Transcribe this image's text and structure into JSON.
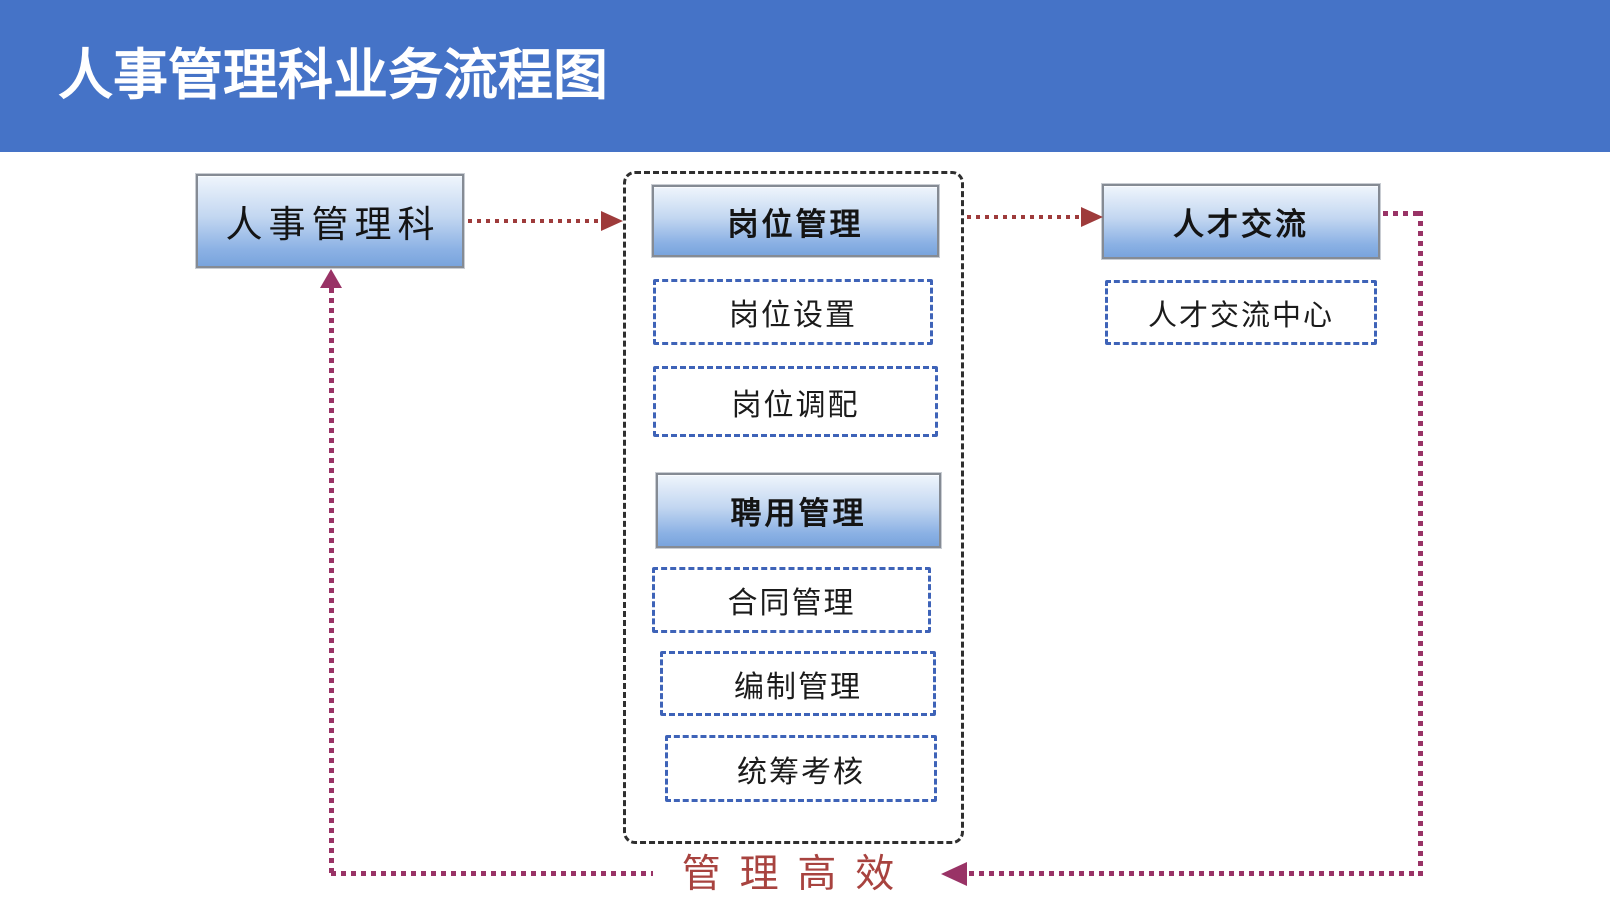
{
  "header": {
    "title": "人事管理科业务流程图"
  },
  "nodes": {
    "dept": "人事管理科",
    "post_header": "岗位管理",
    "post_item_1": "岗位设置",
    "post_item_2": "岗位调配",
    "employ_header": "聘用管理",
    "employ_item_1": "合同管理",
    "employ_item_2": "编制管理",
    "employ_item_3": "统筹考核",
    "talent_header": "人才交流",
    "talent_item_1": "人才交流中心"
  },
  "footer": {
    "label": "管 理 高 效"
  },
  "edges": [
    {
      "from": "dept",
      "to": "post_group",
      "style": "dotted",
      "color": "#9E3B3B"
    },
    {
      "from": "post_group",
      "to": "talent_header",
      "style": "dotted",
      "color": "#9E3B3B"
    },
    {
      "from": "talent_header",
      "to": "footer_label",
      "style": "dotted",
      "color": "#993366"
    },
    {
      "from": "footer_label",
      "to": "dept",
      "style": "dotted",
      "color": "#993366"
    }
  ],
  "colors": {
    "banner": "#4573C7",
    "arrow_red": "#9E3B3B",
    "loop_plum": "#993366",
    "footer_text": "#A8433F",
    "dash_blue": "#3E63B8",
    "container_dash": "#2F2F2F",
    "box_border": "#858B94",
    "grad_top": "#EFF5FC",
    "grad_mid": "#C3D7F1",
    "grad_low": "#8BB1E4",
    "grad_bottom": "#79A4DD"
  }
}
